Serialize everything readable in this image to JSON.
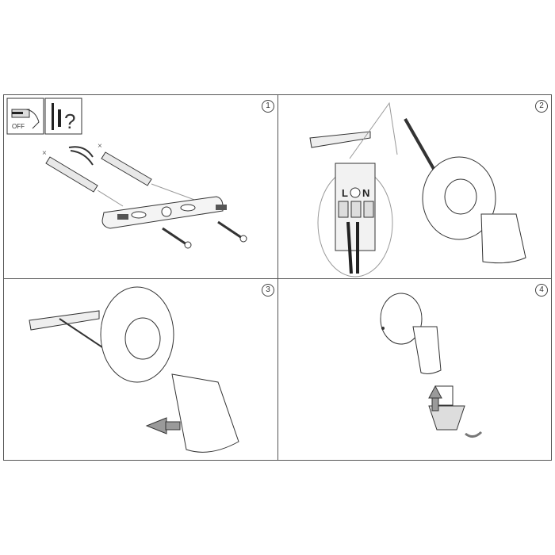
{
  "steps": [
    {
      "number": "1"
    },
    {
      "number": "2"
    },
    {
      "number": "3"
    },
    {
      "number": "4"
    }
  ],
  "step1": {
    "power_label": "OFF",
    "question_mark": "?",
    "discard_mark_1": "×",
    "discard_mark_2": "×"
  },
  "step2": {
    "terminal_live": "L",
    "terminal_neutral": "N"
  },
  "colors": {
    "line": "#333333",
    "fill": "#e8e8e8",
    "arrow": "#9a9a9a"
  }
}
